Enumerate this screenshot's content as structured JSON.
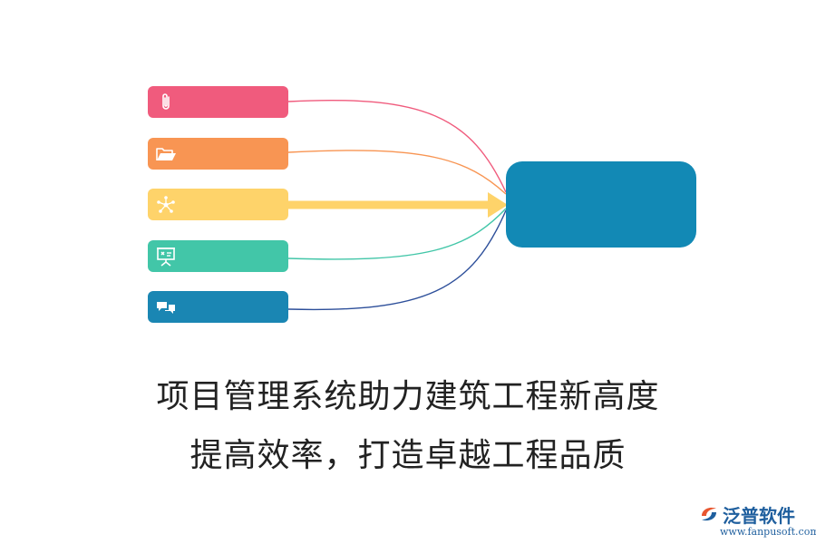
{
  "diagram": {
    "nodes": [
      {
        "id": "node-1",
        "icon": "paperclip-icon",
        "color": "#f05b7d"
      },
      {
        "id": "node-2",
        "icon": "folder-open-icon",
        "color": "#f89553"
      },
      {
        "id": "node-3",
        "icon": "network-icon",
        "color": "#fed36a"
      },
      {
        "id": "node-4",
        "icon": "presentation-board-icon",
        "color": "#42c6a8"
      },
      {
        "id": "node-5",
        "icon": "chat-bubbles-icon",
        "color": "#1a86b3"
      }
    ],
    "hub": {
      "color": "#1289b5"
    },
    "connector_colors": [
      "#f05b7d",
      "#f89553",
      "#fed36a",
      "#42c6a8",
      "#2d4f9a"
    ],
    "emphasized_node": "node-3"
  },
  "headline": {
    "line1": "项目管理系统助力建筑工程新高度",
    "line2": "提高效率，打造卓越工程品质"
  },
  "brand": {
    "name": "泛普软件",
    "url": "www.fanpusoft.com",
    "logo_icon": "fanpu-logo-icon",
    "color": "#1f5f9e"
  }
}
